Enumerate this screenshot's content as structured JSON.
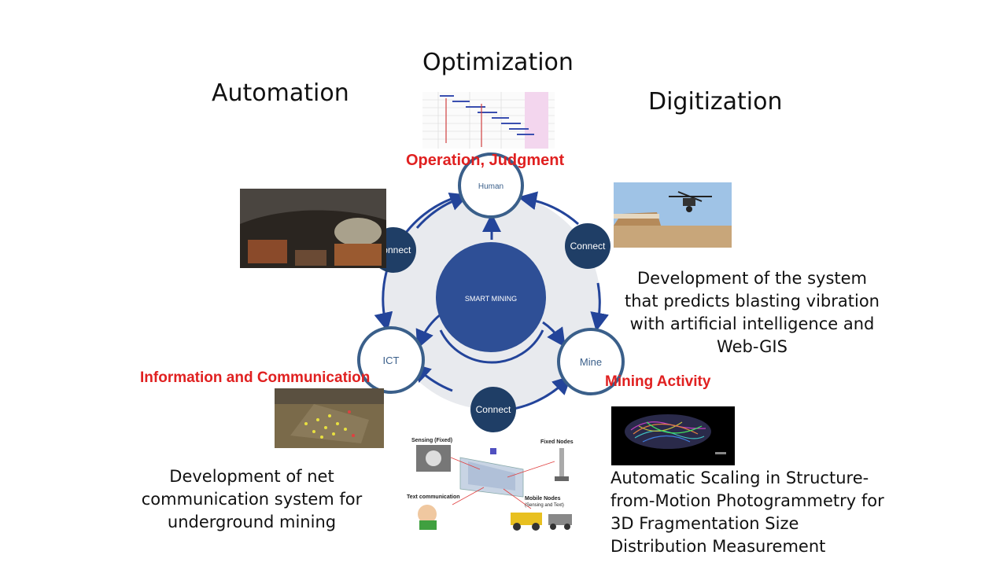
{
  "headings": {
    "optimization": "Optimization",
    "automation": "Automation",
    "digitization": "Digitization"
  },
  "diagram": {
    "center": "SMART MINING",
    "nodes": {
      "human": "Human",
      "ict": "ICT",
      "mine": "Mine"
    },
    "connect": "Connect",
    "labels": {
      "operation": "Operation, Judgment",
      "information": "Information and Communication",
      "mining": "Mining Activity"
    }
  },
  "captions": {
    "blasting": [
      "Development of the system",
      "that predicts blasting vibration",
      "with artificial intelligence and",
      "Web-GIS"
    ],
    "network": [
      "Development of net",
      "communication system for",
      "underground mining"
    ],
    "sfm": [
      "Automatic Scaling in Structure-",
      "from-Motion Photogrammetry for",
      "3D Fragmentation Size",
      "Distribution Measurement"
    ]
  },
  "network_figure": {
    "sensing": "Sensing (Fixed)",
    "fixed_nodes": "Fixed Nodes",
    "text_comm": "Text communication",
    "mobile_nodes": "Mobile Nodes",
    "mobile_sub": "(Sensing and Text)"
  },
  "colors": {
    "arrow": "#23449a",
    "center": "#2e4f96",
    "connect": "#1f3e66",
    "ring": "#e6e8ec",
    "node_border": "#3a5f8a",
    "label_red": "#e02020"
  }
}
